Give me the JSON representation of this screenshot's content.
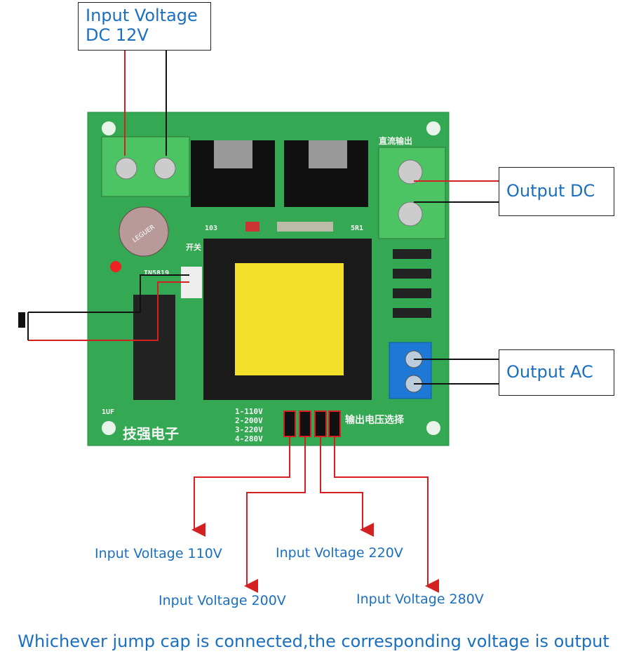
{
  "callouts": {
    "input_voltage": [
      "Input Voltage",
      "DC 12V"
    ],
    "output_dc": "Output DC",
    "output_ac": "Output AC"
  },
  "jumper_labels": {
    "j1": "Input Voltage 110V",
    "j2": "Input Voltage 200V",
    "j3": "Input Voltage 220V",
    "j4": "Input Voltage 280V"
  },
  "board_silkscreen": {
    "voltage_options": [
      "1-110V",
      "2-200V",
      "3-220V",
      "4-280V"
    ],
    "select_label": "输出电压选择",
    "maker": "技强电子",
    "switch": "开关",
    "diode": "IN5819",
    "cap": "1UF",
    "res1": "103",
    "res2": "5R1",
    "dc_out": "直流输出",
    "brand": "LEGUER"
  },
  "caption": "Whichever jump cap is connected,the corresponding voltage is output",
  "colors": {
    "text": "#1a6fc0",
    "board": "#2fa84f",
    "wire": "#d42020"
  }
}
